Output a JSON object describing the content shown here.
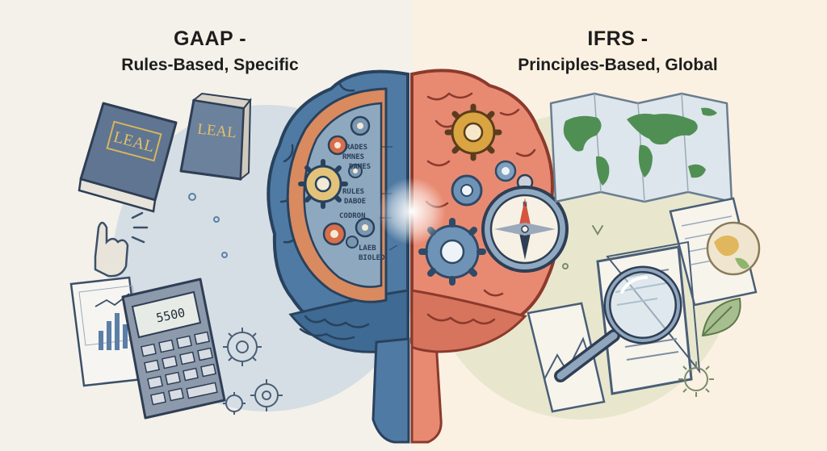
{
  "headings": {
    "gaap": {
      "title": "GAAP -",
      "subtitle": "Rules-Based, Specific"
    },
    "ifrs": {
      "title": "IFRS -",
      "subtitle": "Principles-Based, Global"
    }
  },
  "gaap_side": {
    "book_labels": [
      "LEAL",
      "LEAL"
    ],
    "calculator_display": "5500",
    "brain_labels": [
      "RADES",
      "RMNES",
      "DAMES",
      "RULES",
      "DABOE",
      "CODRON",
      "LAEB",
      "BIOLED"
    ]
  },
  "colors": {
    "gaap_background": "#f4f1ea",
    "ifrs_background": "#fbf1e2",
    "gaap_brain": "#4f7aa3",
    "ifrs_brain": "#e88a72",
    "gear_gold": "#d9a441",
    "gear_blue": "#5b86ad",
    "map_land": "#4f8f54"
  },
  "icons": [
    "book-icon",
    "finger-icon",
    "report-icon",
    "calculator-icon",
    "gear-icon",
    "world-map-icon",
    "compass-icon",
    "magnifying-glass-icon",
    "document-icon",
    "globe-icon",
    "leaf-icon"
  ]
}
